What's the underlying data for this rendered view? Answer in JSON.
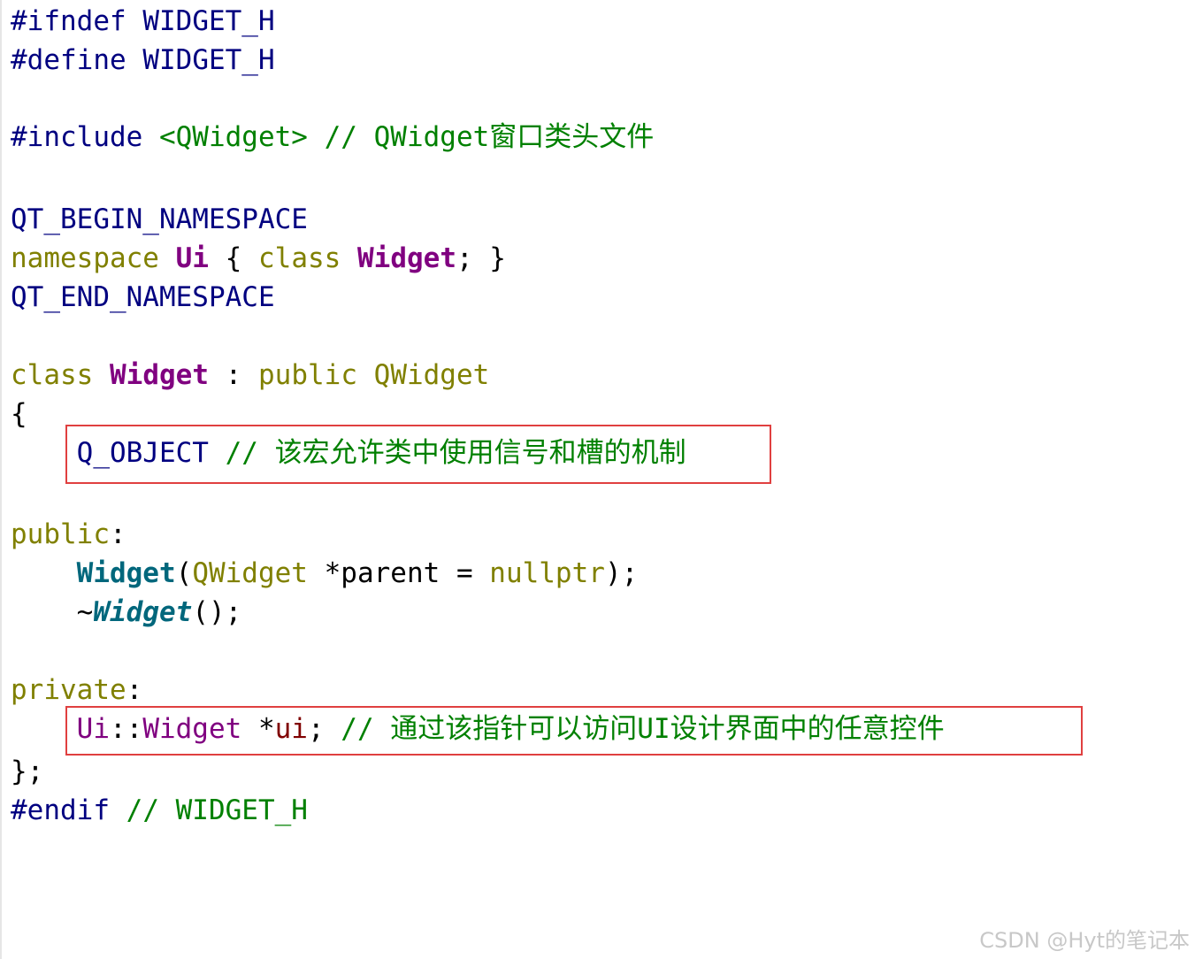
{
  "code": {
    "ifndef_directive": "#ifndef",
    "ifndef_symbol": "WIDGET_H",
    "define_directive": "#define",
    "define_symbol": "WIDGET_H",
    "include_directive": "#include",
    "include_header": "<QWidget>",
    "include_comment": "// QWidget窗口类头文件",
    "begin_namespace": "QT_BEGIN_NAMESPACE",
    "ns_keyword": "namespace",
    "ns_name": "Ui",
    "ns_open": "{",
    "ns_class_keyword": "class",
    "ns_class_name": "Widget",
    "ns_close": "; }",
    "end_namespace": "QT_END_NAMESPACE",
    "class_keyword": "class",
    "class_name": "Widget",
    "inherit_colon": ":",
    "inherit_access": "public",
    "inherit_base": "QWidget",
    "class_open": "{",
    "q_object_macro": "Q_OBJECT",
    "q_object_comment": "// 该宏允许类中使用信号和槽的机制",
    "public_label": "public",
    "label_colon": ":",
    "ctor_name": "Widget",
    "ctor_paren_open": "(",
    "ctor_param_type": "QWidget",
    "ctor_param_rest": " *parent = ",
    "ctor_default": "nullptr",
    "ctor_end": ");",
    "dtor_tilde": "~",
    "dtor_name": "Widget",
    "dtor_end": "();",
    "private_label": "private",
    "ui_ns": "Ui",
    "ui_scope": "::",
    "ui_type": "Widget",
    "ui_star": " *",
    "ui_var": "ui",
    "ui_semicolon": ";",
    "ui_comment": "// 通过该指针可以访问UI设计界面中的任意控件",
    "class_close": "};",
    "endif_directive": "#endif",
    "endif_comment": "// WIDGET_H"
  },
  "watermark": "CSDN @Hyt的笔记本",
  "colors": {
    "preprocessor": "#000080",
    "comment": "#008000",
    "keyword": "#808000",
    "class_name": "#800080",
    "function": "#00677c",
    "member_variable": "#800000",
    "highlight_box": "#e04040"
  }
}
